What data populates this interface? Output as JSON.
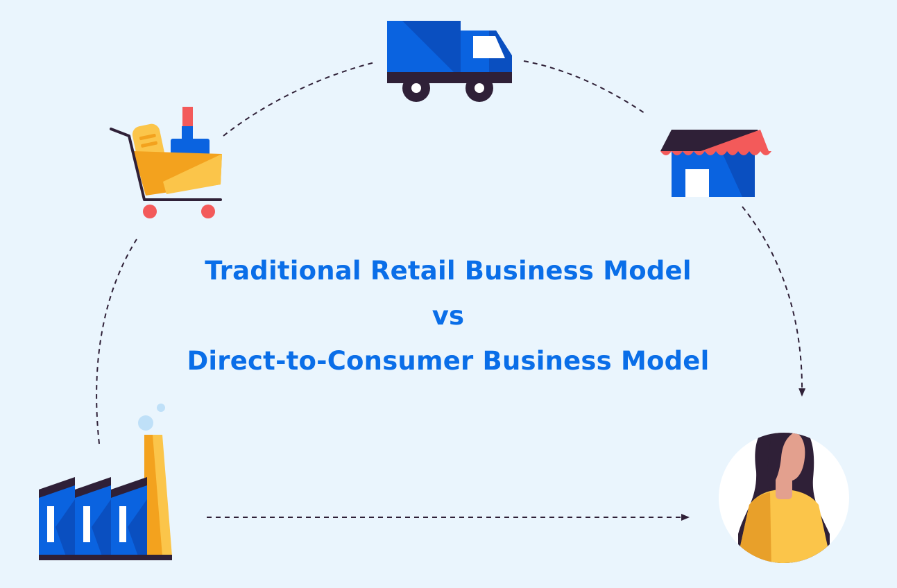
{
  "title": {
    "line1": "Traditional Retail Business Model",
    "line2": "vs",
    "line3": "Direct-to-Consumer Business Model"
  },
  "colors": {
    "background": "#eaf5fd",
    "title": "#0a6ee8",
    "blue": "#0a63e0",
    "dark_blue": "#0a4fc0",
    "dark": "#2f2037",
    "orange": "#f3a21e",
    "yellow": "#fbc54a",
    "red": "#f35a5a",
    "skin": "#e3a08e",
    "white": "#ffffff"
  },
  "icons": [
    "factory-icon",
    "shopping-cart-icon",
    "delivery-truck-icon",
    "store-icon",
    "customer-icon"
  ]
}
